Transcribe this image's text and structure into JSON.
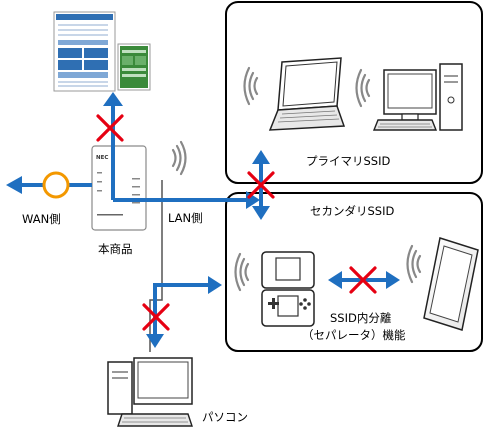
{
  "labels": {
    "wan": "WAN側",
    "lan": "LAN側",
    "device": "本商品",
    "primary_ssid": "プライマリSSID",
    "secondary_ssid": "セカンダリSSID",
    "separator_line1": "SSID内分離",
    "separator_line2": "（セパレータ）機能",
    "pc": "パソコン"
  },
  "colors": {
    "arrow": "#1f6fc0",
    "cross": "#e60012",
    "wan_circle": "#f39800"
  }
}
